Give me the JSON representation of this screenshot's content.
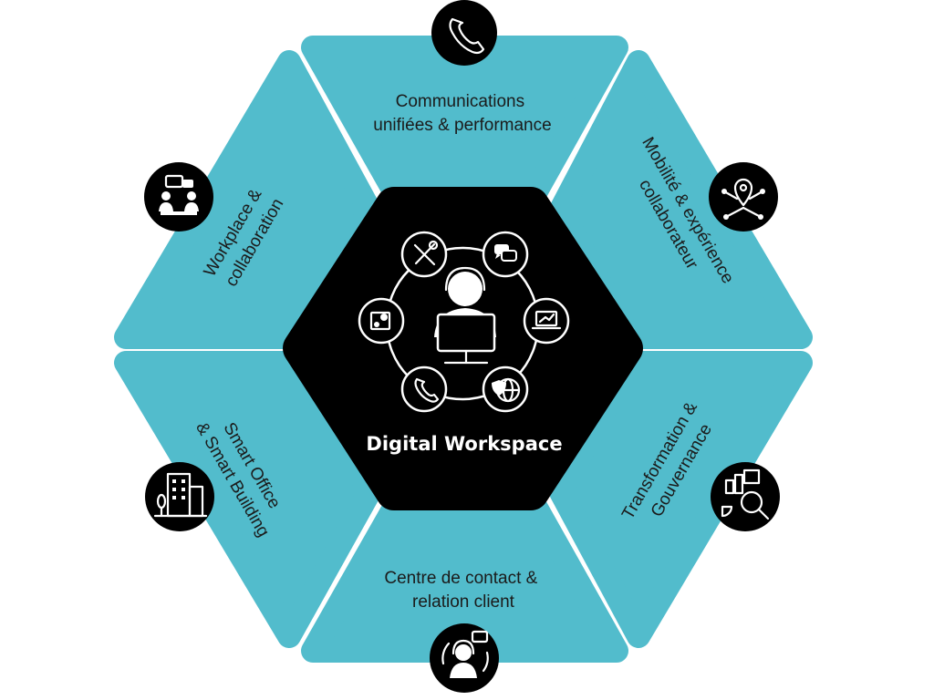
{
  "colors": {
    "segment": "#52bccc",
    "center": "#000000",
    "icon_badge": "#000000",
    "text": "#1b1b1b"
  },
  "center": {
    "title": "Digital Workspace",
    "icons": [
      "person-at-computer-icon",
      "tools-icon",
      "chat-bubbles-icon",
      "laptop-chart-icon",
      "globe-shield-icon",
      "phone-icon",
      "settings-window-icon"
    ]
  },
  "segments": [
    {
      "id": "top",
      "lines": [
        "Communications",
        "unifiées & performance"
      ],
      "icon": "phone-icon"
    },
    {
      "id": "top-right",
      "lines": [
        "Mobilité & expérience",
        "collaborateur"
      ],
      "icon": "location-network-icon"
    },
    {
      "id": "bottom-right",
      "lines": [
        "Transformation &",
        "Gouvernance"
      ],
      "icon": "analytics-magnifier-icon"
    },
    {
      "id": "bottom",
      "lines": [
        "Centre de contact &",
        "relation client"
      ],
      "icon": "customer-support-icon"
    },
    {
      "id": "bottom-left",
      "lines": [
        "Smart Office",
        "& Smart Building"
      ],
      "icon": "office-building-icon"
    },
    {
      "id": "top-left",
      "lines": [
        "Workplace &",
        "collaboration"
      ],
      "icon": "meeting-icon"
    }
  ]
}
